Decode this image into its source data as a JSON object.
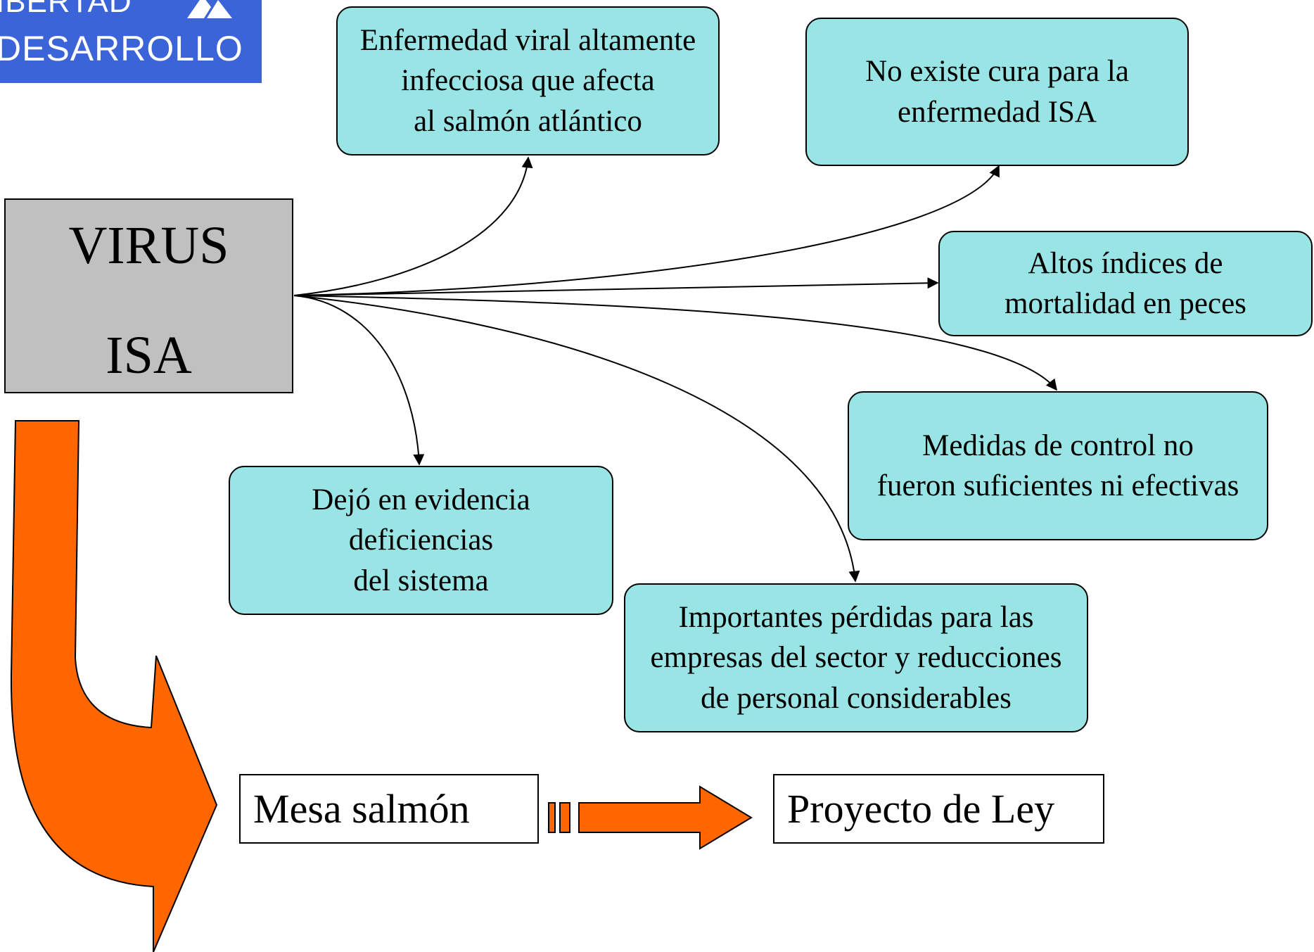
{
  "logo": {
    "line1": "IBERTAD",
    "line2": "DESARROLLO"
  },
  "central": {
    "line1": "VIRUS",
    "line2": "ISA"
  },
  "nodes": {
    "viral": "Enfermedad viral altamente\ninfecciosa que afecta\n al salmón atlántico",
    "no_cure": "No existe cura para la\nenfermedad ISA",
    "mortality": "Altos índices de\nmortalidad en peces",
    "control": "Medidas de control no\nfueron suficientes ni efectivas",
    "deficiencies": "Dejó en evidencia\ndeficiencias\n del sistema",
    "losses": "Importantes pérdidas para las\nempresas del sector y reducciones\n de personal considerables"
  },
  "flow": {
    "mesa": "Mesa salmón",
    "proyecto": "Proyecto de Ley"
  },
  "colors": {
    "node_fill": "#99e5e5",
    "central_fill": "#c0c0c0",
    "arrow_fill": "#ff6600",
    "logo_bg": "#3b64d9"
  }
}
